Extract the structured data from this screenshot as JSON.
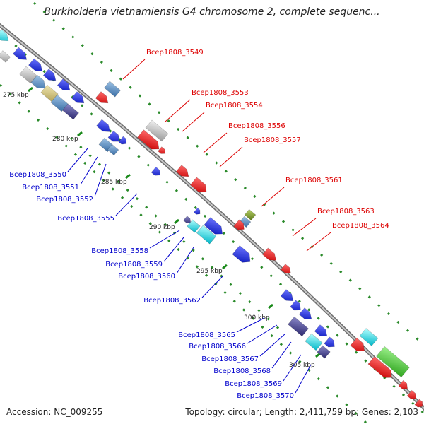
{
  "map": {
    "title": "Burkholderia vietnamiensis G4 chromosome 2, complete sequenc...",
    "accession_label": "Accession: NC_009255",
    "summary_label": "Topology: circular; Length: 2,411,759 bp; Genes: 2,103",
    "ticks": [
      "275 kbp",
      "280 kbp",
      "285 kbp",
      "290 kbp",
      "295 kbp",
      "300 kbp",
      "305 kbp"
    ],
    "reverse_strand_labels": [
      "Bcep1808_3549",
      "Bcep1808_3553",
      "Bcep1808_3554",
      "Bcep1808_3556",
      "Bcep1808_3557",
      "Bcep1808_3561",
      "Bcep1808_3563",
      "Bcep1808_3564"
    ],
    "forward_strand_labels": [
      "Bcep1808_3550",
      "Bcep1808_3551",
      "Bcep1808_3552",
      "Bcep1808_3555",
      "Bcep1808_3558",
      "Bcep1808_3559",
      "Bcep1808_3560",
      "Bcep1808_3562",
      "Bcep1808_3565",
      "Bcep1808_3566",
      "Bcep1808_3567",
      "Bcep1808_3568",
      "Bcep1808_3569",
      "Bcep1808_3570"
    ]
  },
  "colors": {
    "reverse_label": "#dd0000",
    "forward_label": "#0000cc",
    "backbone": "#8a8a8a",
    "dotted_track": "#2a8a2a",
    "forward_gene": "#0a1adf",
    "reverse_gene": "#ee0000"
  }
}
